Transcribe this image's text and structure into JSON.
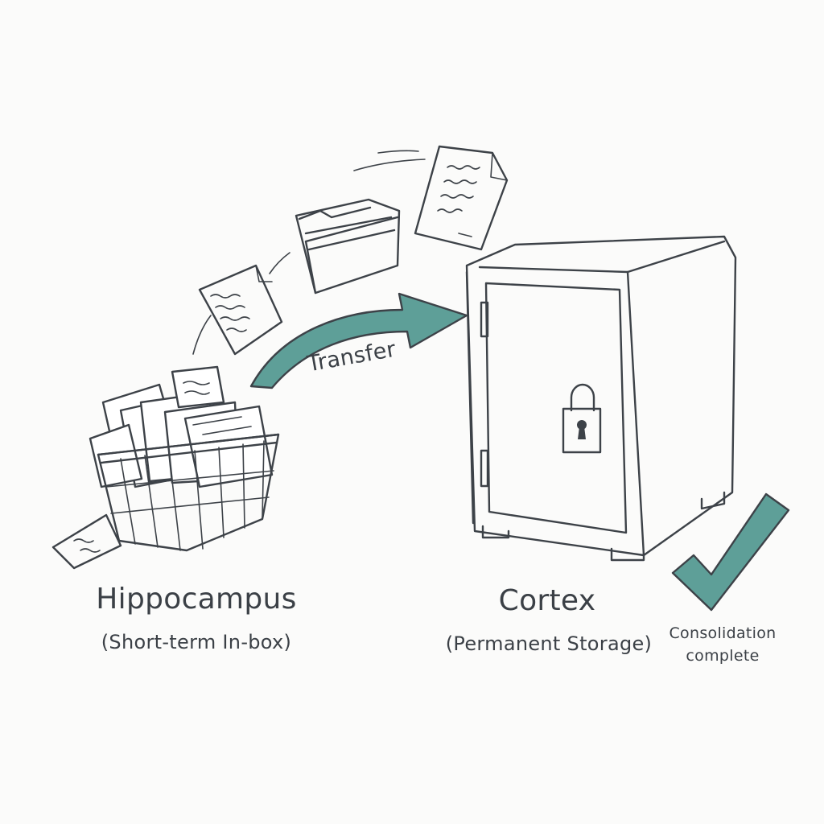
{
  "colors": {
    "accent": "#5e9f98",
    "ink": "#3d4248",
    "paper": "#fbfbfa"
  },
  "icons": [
    "in-box-basket-icon",
    "document-icon",
    "folder-icon",
    "arrow-icon",
    "safe-icon",
    "padlock-icon",
    "checkmark-icon"
  ],
  "arrow": {
    "label": "Transfer"
  },
  "source": {
    "title": "Hippocampus",
    "subtitle": "(Short-term In-box)"
  },
  "destination": {
    "title": "Cortex",
    "subtitle": "(Permanent Storage)"
  },
  "status": {
    "line1": "Consolidation",
    "line2": "complete"
  }
}
